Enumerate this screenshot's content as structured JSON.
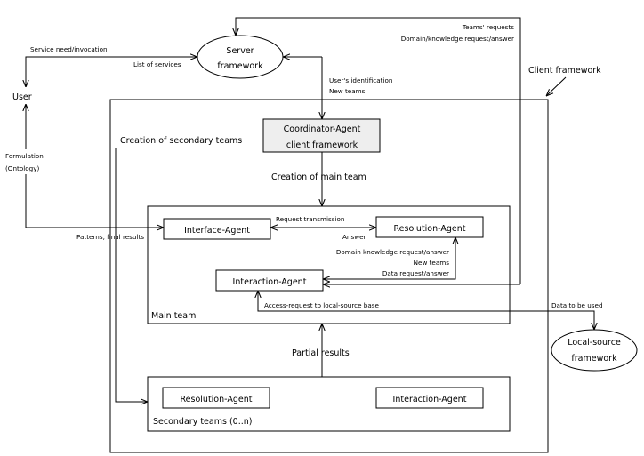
{
  "nodes": {
    "server": [
      "Server",
      "framework"
    ],
    "user": "User",
    "coordinator": [
      "Coordinator-Agent",
      "client framework"
    ],
    "interface_agent": "Interface-Agent",
    "resolution_agent_main": "Resolution-Agent",
    "interaction_agent_main": "Interaction-Agent",
    "resolution_agent_secondary": "Resolution-Agent",
    "interaction_agent_secondary": "Interaction-Agent",
    "local_source": [
      "Local-source",
      "framework"
    ]
  },
  "containers": {
    "client_framework": "Client framework",
    "main_team": "Main team",
    "secondary_teams": "Secondary teams (0..n)"
  },
  "edge_labels": {
    "service_need": "Service need/invocation",
    "list_of_services": "List of services",
    "teams_requests": "Teams' requests",
    "domain_knowledge_top": "Domain/knowledge request/answer",
    "users_identification": "User's identification",
    "new_teams_top": "New teams",
    "formulation": "Formulation",
    "ontology": "(Ontology)",
    "creation_secondary": "Creation of secondary teams",
    "creation_main": "Creation of main team",
    "request_transmission": "Request transmission",
    "answer": "Answer",
    "patterns_final": "Patterns, final results",
    "domain_knowledge_mid": "Domain knowledge request/answer",
    "new_teams_mid": "New teams",
    "data_request": "Data request/answer",
    "access_request": "Access-request to local-source base",
    "data_to_be_used": "Data to be used",
    "partial_results": "Partial results"
  }
}
